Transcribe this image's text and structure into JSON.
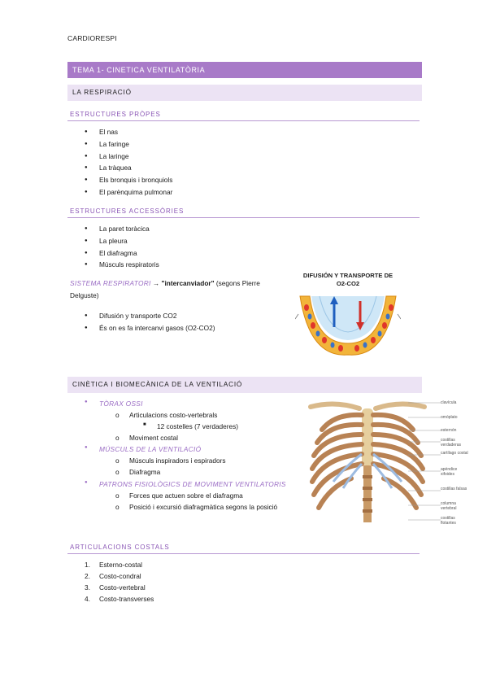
{
  "header": {
    "course": "CARDIORESPI"
  },
  "topic": {
    "title": "TEMA 1- CINETICA VENTILATÒRIA"
  },
  "section_respiracio": {
    "title": "LA RESPIRACIÓ"
  },
  "estructures_properes": {
    "title": "ESTRUCTURES PRÒPES",
    "items": [
      "El nas",
      "La faringe",
      "La laringe",
      "La tràquea",
      "Els bronquis i bronquiols",
      "El parènquima pulmonar"
    ]
  },
  "estructures_accessories": {
    "title": "ESTRUCTURES ACCESSÒRIES",
    "items": [
      "La paret toràcica",
      "La pleura",
      "El diafragma",
      "Músculs respiratoris"
    ]
  },
  "sistema": {
    "label": "SISTEMA RESPIRATORI",
    "arrow": "→",
    "quote": "\"intercanviador\"",
    "rest_line1": "(segons Pierre",
    "rest_line2": "Delguste)",
    "items": [
      "Difusión y transporte CO2",
      "És on es fa intercanvi gasos (O2-CO2)"
    ]
  },
  "figure_difusion": {
    "title_line1": "DIFUSIÓN Y TRANSPORTE DE",
    "title_line2": "O2-CO2"
  },
  "section_cinetica": {
    "title": "CINÈTICA I BIOMECÀNICA DE LA VENTILACIÓ"
  },
  "outline": {
    "toraxossi": "TÒRAX OSSI",
    "articulacions": "Articulacions costo-vertebrals",
    "costelles": "12 costelles (7 verdaderes)",
    "moviment": "Moviment costal",
    "musculs": "MÚSCULS DE LA VENTILACIÓ",
    "inspiradors": "Músculs inspiradors i espiradors",
    "diafragma": "Diafragma",
    "patrons": "PATRONS FISIOLÒGICS DE MOVIMENT VENTILATORIS",
    "forces": "Forces que actuen sobre el diafragma",
    "posicio": "Posició i excursió diafragmàtica segons la posició"
  },
  "figure_torax": {
    "labels": [
      "clavícula",
      "omóplato",
      "esternón",
      "costillas verdaderas",
      "cartílago costal",
      "apéndice xifoides",
      "costillas falsas",
      "columna vertebral",
      "costillas flotantes"
    ]
  },
  "articulacions_costals": {
    "title": "ARTICULACIONS COSTALS",
    "items": [
      "Esterno-costal",
      "Costo-condral",
      "Costo-vertebral",
      "Costo-transverses"
    ]
  },
  "colors": {
    "band_dark": "#a87ac8",
    "band_light": "#ece3f4",
    "accent": "#8a56b5"
  }
}
